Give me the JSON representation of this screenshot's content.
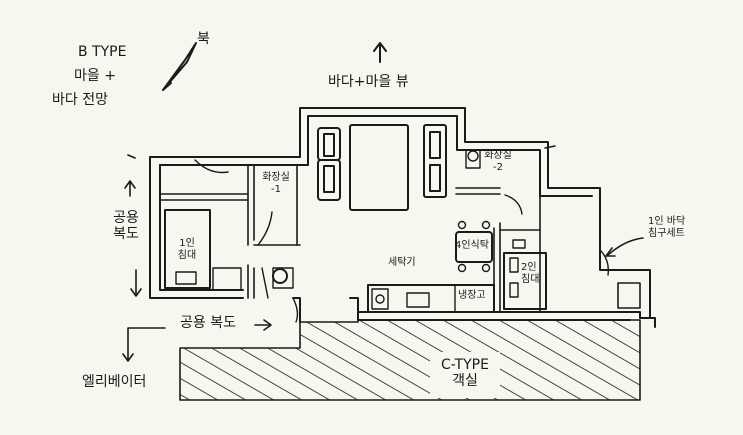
{
  "headline": {
    "type_name": "B TYPE",
    "view_line1": "마을 +",
    "view_line2": "바다 전망"
  },
  "compass": {
    "north_label": "북",
    "icon": "north-arrow-icon"
  },
  "top_view": "바다+마을 뷰",
  "rooms": {
    "bathroom_1": {
      "line1": "화장실",
      "line2": "-1"
    },
    "bathroom_2": {
      "line1": "화장실",
      "line2": "-2"
    },
    "single_bed": {
      "line1": "1인",
      "line2": "침대"
    },
    "double_bed": {
      "line1": "2인",
      "line2": "침대"
    },
    "dining": "4인식탁",
    "washer": "세탁기",
    "fridge": "냉장고"
  },
  "callouts": {
    "floor_bedding": {
      "line1": "1인 바닥",
      "line2": "침구세트"
    }
  },
  "corridors": {
    "public_hall_vertical": {
      "line1": "공용",
      "line2": "복도"
    },
    "public_hall_horizontal": "공용 복도"
  },
  "elevator": "엘리베이터",
  "neighbor": {
    "line1": "C-TYPE",
    "line2": "객실"
  },
  "colors": {
    "ink": "#1a1a1a",
    "paper": "#f7f6ef"
  }
}
